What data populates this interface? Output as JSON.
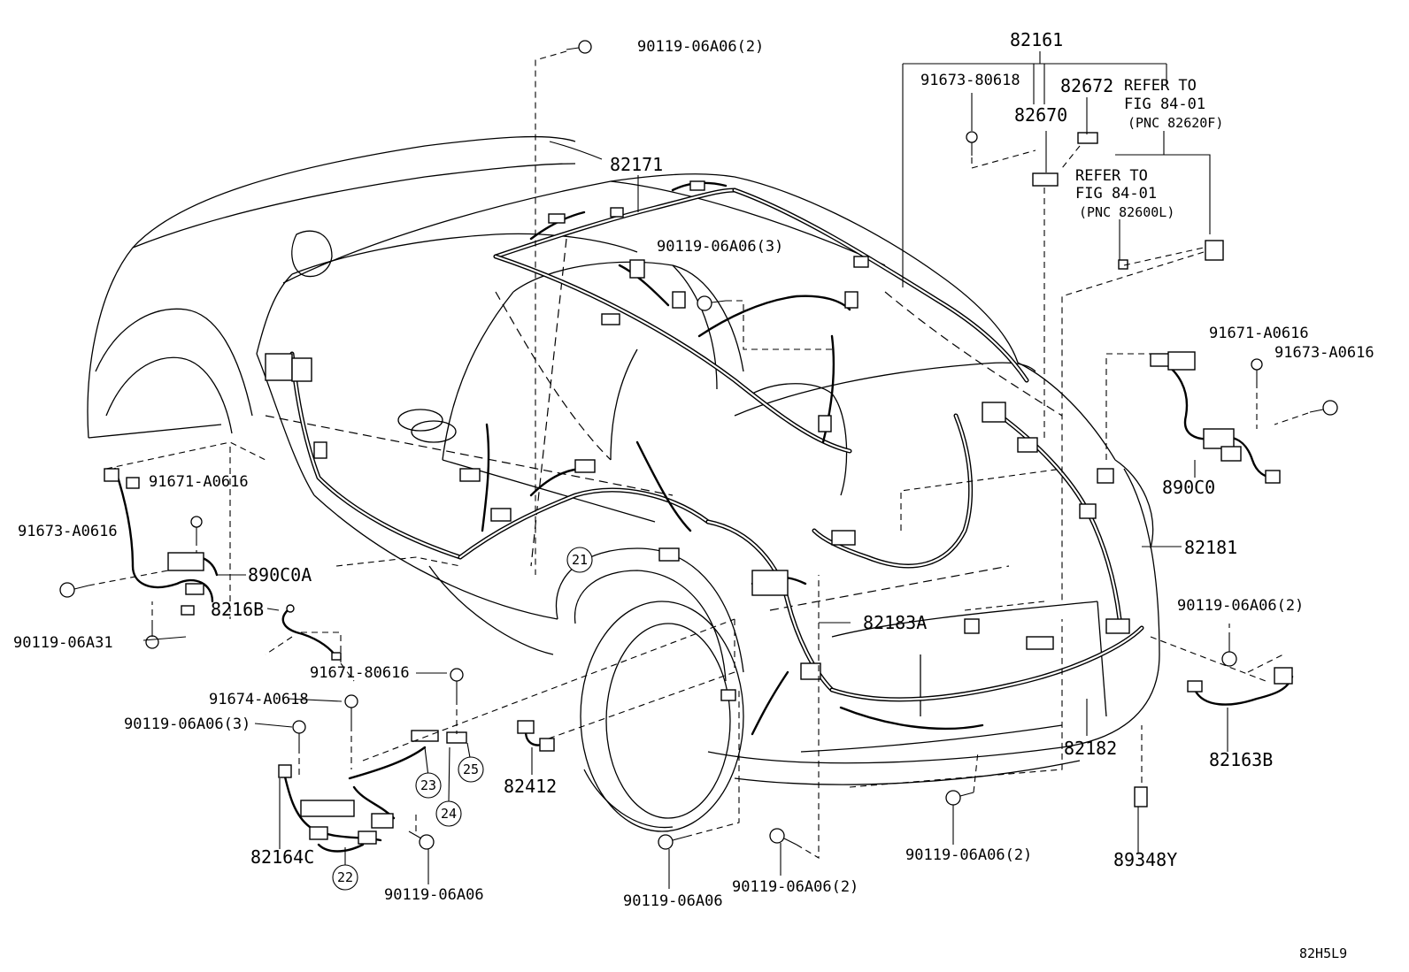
{
  "diagram_code": "82H5L9",
  "parts": {
    "p82161": "82161",
    "p91673_80618": "91673-80618",
    "p82672": "82672",
    "p82670": "82670",
    "refer1": [
      "REFER TO",
      "FIG 84-01",
      "(PNC 82620F)"
    ],
    "refer2": [
      "REFER TO",
      "FIG 84-01",
      "(PNC 82600L)"
    ],
    "p90119_06a06_2_top": "90119-06A06(2)",
    "p82171": "82171",
    "p90119_06a06_3_mid": "90119-06A06(3)",
    "p91671_a0616_r": "91671-A0616",
    "p91673_a0616_r": "91673-A0616",
    "p890c0": "890C0",
    "p82181": "82181",
    "p90119_06a06_2_r": "90119-06A06(2)",
    "p82163b": "82163B",
    "p82182": "82182",
    "p89348y": "89348Y",
    "p90119_06a06_2_bot": "90119-06A06(2)",
    "p82183a": "82183A",
    "p90119_06a06_2_bc": "90119-06A06(2)",
    "p90119_06a06_bc": "90119-06A06",
    "p82412": "82412",
    "p91671_a0616_l": "91671-A0616",
    "p91673_a0616_l": "91673-A0616",
    "p890c0a": "890C0A",
    "p90119_06a31": "90119-06A31",
    "p8216b": "8216B",
    "p91671_80616": "91671-80616",
    "p91674_a0618": "91674-A0618",
    "p90119_06a06_3_l": "90119-06A06(3)",
    "p82164c": "82164C",
    "p90119_06a06_bl": "90119-06A06",
    "c21": "21",
    "c22": "22",
    "c23": "23",
    "c24": "24",
    "c25": "25"
  }
}
